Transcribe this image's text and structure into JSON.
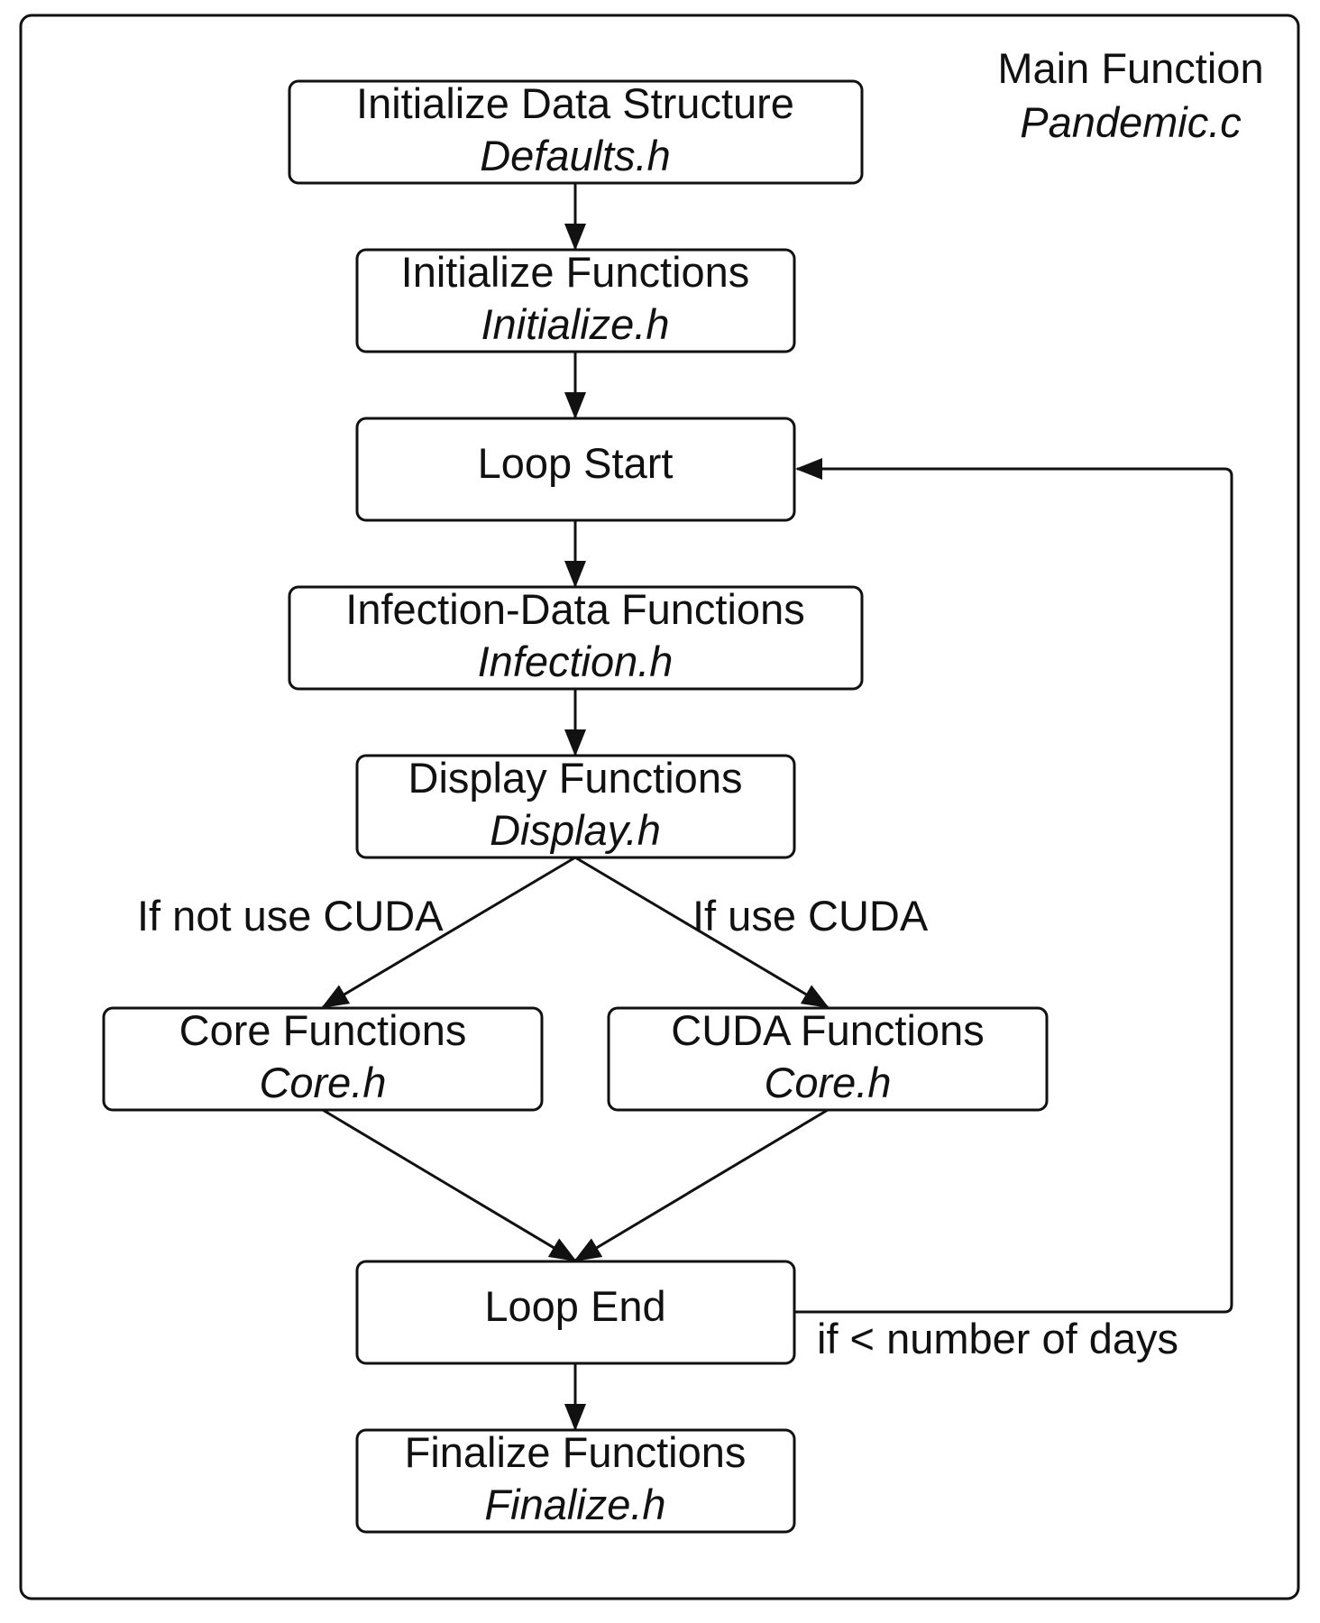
{
  "header": {
    "title": "Main Function",
    "file": "Pandemic.c"
  },
  "nodes": {
    "init_data": {
      "title": "Initialize Data Structure",
      "file": "Defaults.h"
    },
    "init_funcs": {
      "title": "Initialize Functions",
      "file": "Initialize.h"
    },
    "loop_start": {
      "title": "Loop Start"
    },
    "infection": {
      "title": "Infection-Data Functions",
      "file": "Infection.h"
    },
    "display": {
      "title": "Display Functions",
      "file": "Display.h"
    },
    "core": {
      "title": "Core Functions",
      "file": "Core.h"
    },
    "cuda": {
      "title": "CUDA Functions",
      "file": "Core.h"
    },
    "loop_end": {
      "title": "Loop End"
    },
    "finalize": {
      "title": "Finalize Functions",
      "file": "Finalize.h"
    }
  },
  "edge_labels": {
    "no_cuda": "If not use CUDA",
    "use_cuda": "If use CUDA",
    "loop_back": "if < number of days"
  }
}
